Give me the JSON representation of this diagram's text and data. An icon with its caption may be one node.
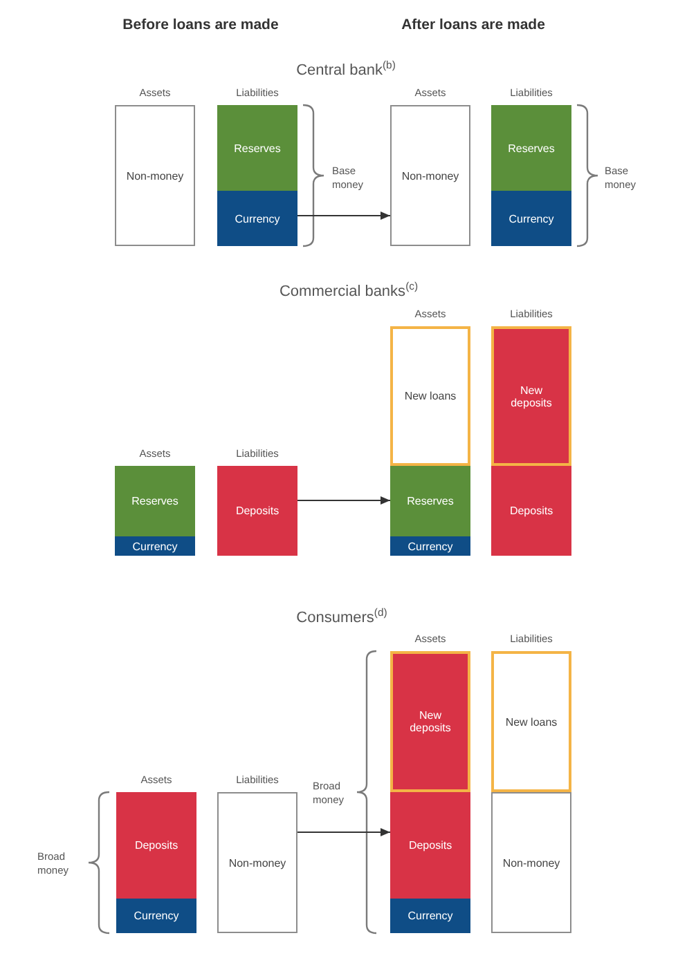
{
  "diagram": {
    "nodes": [
      {
        "text": [
          "Non-money"
        ]
      },
      {
        "text": [
          "Reserves"
        ]
      },
      {
        "text": [
          "Currency"
        ]
      },
      {
        "text": [
          "Non-money"
        ]
      },
      {
        "text": [
          "Reserves"
        ]
      },
      {
        "text": [
          "Currency"
        ]
      },
      {
        "text": [
          "Reserves"
        ]
      },
      {
        "text": [
          "Currency"
        ]
      },
      {
        "text": [
          "Deposits"
        ]
      },
      {
        "text": [
          "New loans"
        ]
      },
      {
        "text": [
          "Reserves"
        ]
      },
      {
        "text": [
          "Currency"
        ]
      },
      {
        "text": [
          "New deposits"
        ]
      },
      {
        "text": [
          "Deposits"
        ]
      },
      {
        "text": [
          "Deposits"
        ]
      },
      {
        "text": [
          "Currency"
        ]
      },
      {
        "text": [
          "Non-money"
        ]
      },
      {
        "text": [
          "New deposits"
        ]
      },
      {
        "text": [
          "Deposits"
        ]
      },
      {
        "text": [
          "Currency"
        ]
      },
      {
        "text": [
          "New loans"
        ]
      },
      {
        "text": [
          "Non-money"
        ]
      }
    ],
    "edges": [
      {
        "from": 2,
        "to": 3,
        "arrow": "to"
      },
      {
        "from": 8,
        "to": 10,
        "arrow": "to"
      },
      {
        "from": 16,
        "to": 18,
        "arrow": "to"
      }
    ],
    "labels": [
      "Before loans are made",
      "After loans are made",
      "Central bank$^{(b)}$",
      "Assets",
      "Liabilities",
      "Assets",
      "Liabilities",
      "Base money",
      "Base money",
      "Commercial banks$^{(c)}$",
      "Assets",
      "Liabilities",
      "Assets",
      "Liabilities",
      "Consumers$^{(d)}$",
      "Assets",
      "Liabilities",
      "Assets",
      "Liabilities",
      "Broad money",
      "Broad money"
    ]
  }
}
